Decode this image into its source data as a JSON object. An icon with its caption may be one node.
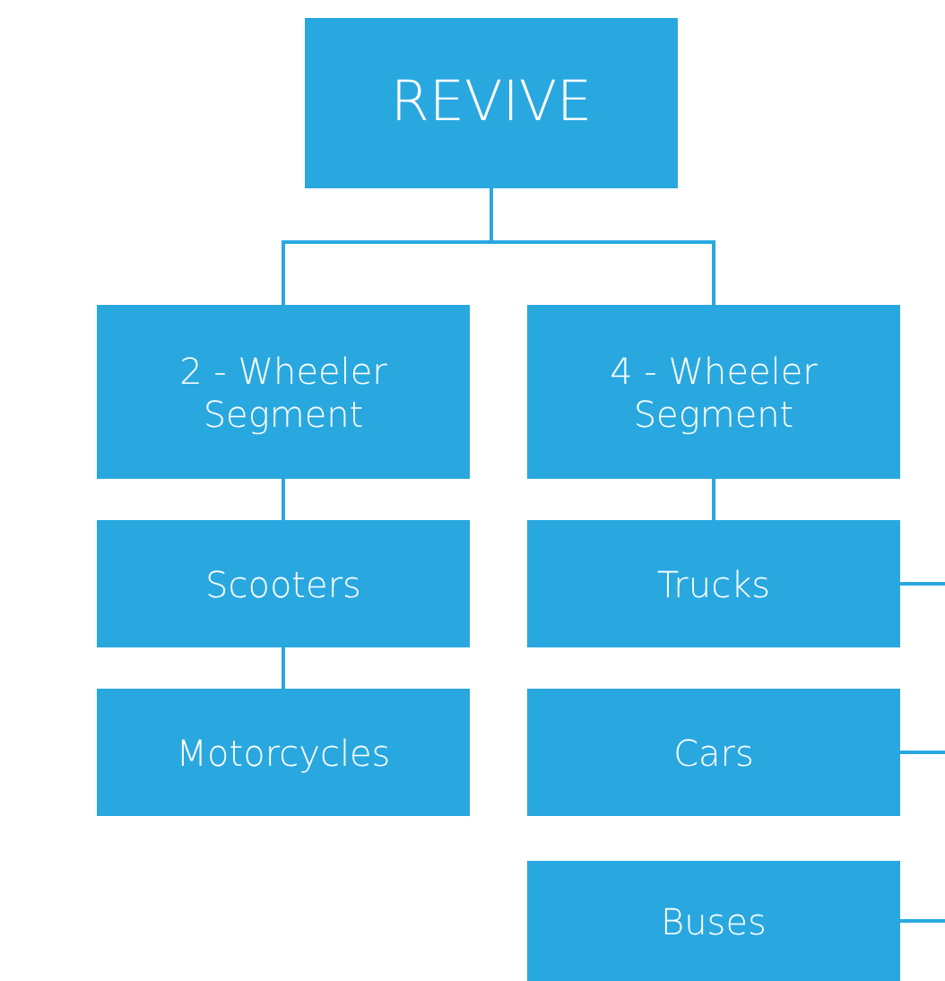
{
  "diagram": {
    "nodes": [
      {
        "text": [
          "REVIVE"
        ]
      },
      {
        "text": [
          "2 - Wheeler Segment"
        ]
      },
      {
        "text": [
          "4 - Wheeler Segment"
        ]
      },
      {
        "text": [
          "Scooters"
        ]
      },
      {
        "text": [
          "Motorcycles"
        ]
      },
      {
        "text": [
          "Trucks"
        ]
      },
      {
        "text": [
          "Cars"
        ]
      },
      {
        "text": [
          "Buses"
        ]
      }
    ],
    "edges": [
      {
        "from": 0,
        "to": 1,
        "arrow": "none"
      },
      {
        "from": 0,
        "to": 2,
        "arrow": "none"
      },
      {
        "from": 1,
        "to": 3,
        "arrow": "none"
      },
      {
        "from": 3,
        "to": 4,
        "arrow": "none"
      },
      {
        "from": 2,
        "to": 5,
        "arrow": "none"
      },
      {
        "from": 5,
        "to": null,
        "arrow": "none"
      },
      {
        "from": 6,
        "to": null,
        "arrow": "none"
      },
      {
        "from": 7,
        "to": null,
        "arrow": "none"
      }
    ]
  }
}
